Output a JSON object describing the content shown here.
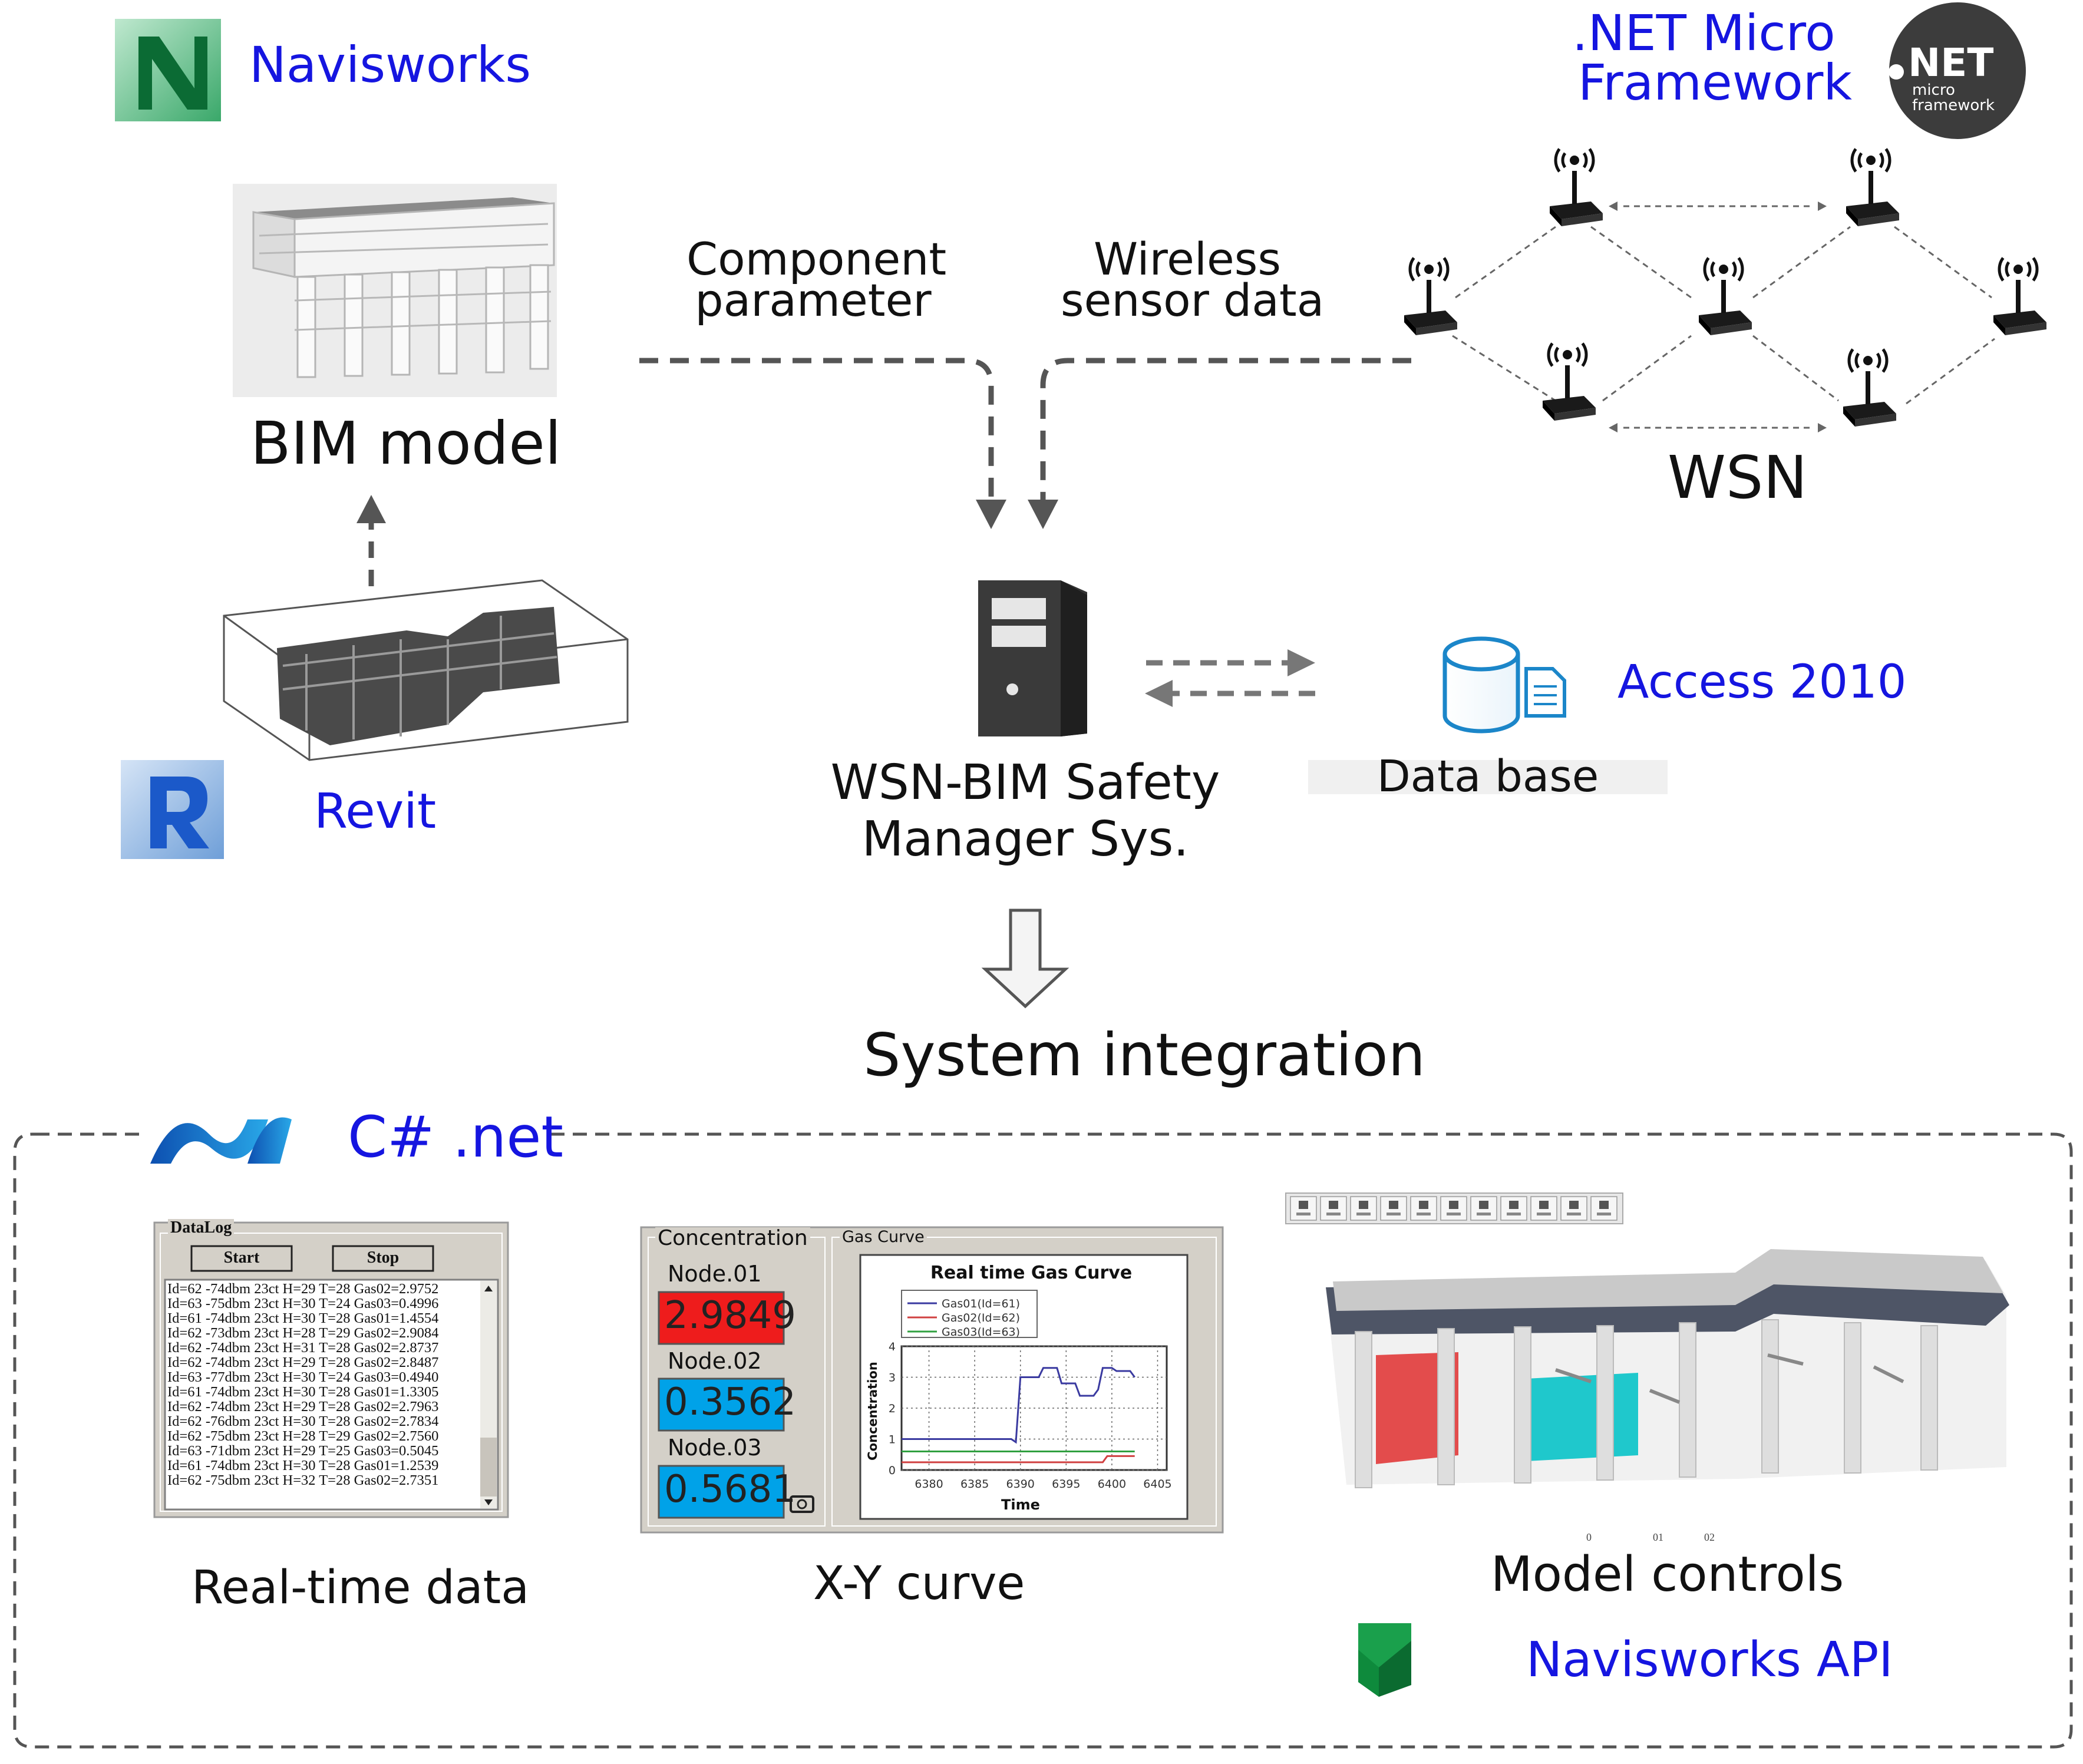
{
  "header": {
    "navisworks": "Navisworks",
    "net_micro_line1": ".NET Micro",
    "net_micro_line2": "Framework",
    "net_logo_main": "NET",
    "net_logo_sub1": "micro",
    "net_logo_sub2": "framework",
    "revit": "Revit"
  },
  "labels": {
    "bim_model": "BIM model",
    "wsn": "WSN",
    "component_line1": "Component",
    "component_line2": "parameter",
    "wireless_line1": "Wireless",
    "wireless_line2": "sensor data",
    "system_line1": "WSN-BIM Safety",
    "system_line2": "Manager Sys.",
    "access": "Access 2010",
    "database": "Data base",
    "system_integration": "System integration",
    "csharp": "C# .net"
  },
  "bottom": {
    "realtime_caption": "Real-time data",
    "xy_caption": "X-Y curve",
    "model_caption": "Model controls",
    "navisworks_api": "Navisworks API"
  },
  "datalog": {
    "title": "DataLog",
    "start": "Start",
    "stop": "Stop",
    "lines": [
      "Id=62 -74dbm 23ct H=29 T=28 Gas02=2.9752",
      "Id=63 -75dbm 23ct H=30 T=24 Gas03=0.4996",
      "Id=61 -74dbm 23ct H=30 T=28 Gas01=1.4554",
      "Id=62 -73dbm 23ct H=28 T=29 Gas02=2.9084",
      "Id=62 -74dbm 23ct H=31 T=28 Gas02=2.8737",
      "Id=62 -74dbm 23ct H=29 T=28 Gas02=2.8487",
      "Id=63 -77dbm 23ct H=30 T=24 Gas03=0.4940",
      "Id=61 -74dbm 23ct H=30 T=28 Gas01=1.3305",
      "Id=62 -74dbm 23ct H=29 T=28 Gas02=2.7963",
      "Id=62 -76dbm 23ct H=30 T=28 Gas02=2.7834",
      "Id=62 -75dbm 23ct H=28 T=29 Gas02=2.7560",
      "Id=63 -71dbm 23ct H=29 T=25 Gas03=0.5045",
      "Id=61 -74dbm 23ct H=30 T=28 Gas01=1.2539",
      "Id=62 -75dbm 23ct H=32 T=28 Gas02=2.7351"
    ]
  },
  "gas": {
    "concentration_label": "Concentration",
    "curve_group_label": "Gas Curve",
    "nodes": [
      {
        "label": "Node.01",
        "value": "2.9849",
        "color": "#ee1c1c"
      },
      {
        "label": "Node.02",
        "value": "0.3562",
        "color": "#00a2e8"
      },
      {
        "label": "Node.03",
        "value": "0.5681",
        "color": "#00a2e8"
      }
    ]
  },
  "chart_data": {
    "type": "line",
    "title": "Real time Gas Curve",
    "xlabel": "Time",
    "ylabel": "Concentration",
    "xlim": [
      6377,
      6406
    ],
    "ylim": [
      0,
      4
    ],
    "xticks": [
      "6380",
      "6385",
      "6390",
      "6395",
      "6400",
      "6405"
    ],
    "yticks": [
      "0",
      "1",
      "2",
      "3",
      "4"
    ],
    "legend_position": "top-left",
    "series": [
      {
        "name": "Gas01(Id=61)",
        "color": "#3a3aa0",
        "x": [
          6377,
          6389,
          6389.5,
          6390,
          6392,
          6392.5,
          6394,
          6394.5,
          6396,
          6396.5,
          6398,
          6398.5,
          6399,
          6400,
          6400.5,
          6402,
          6402.5
        ],
        "y": [
          1.0,
          1.0,
          0.9,
          3.0,
          3.0,
          3.3,
          3.3,
          2.8,
          2.8,
          2.4,
          2.4,
          2.6,
          3.3,
          3.3,
          3.2,
          3.2,
          3.0
        ]
      },
      {
        "name": "Gas02(Id=62)",
        "color": "#d04040",
        "x": [
          6377,
          6399,
          6399.5,
          6402.5
        ],
        "y": [
          0.25,
          0.25,
          0.45,
          0.45
        ]
      },
      {
        "name": "Gas03(Id=63)",
        "color": "#30a040",
        "x": [
          6377,
          6402.5
        ],
        "y": [
          0.6,
          0.6
        ]
      }
    ]
  },
  "model_view": {
    "scale_labels": [
      "0",
      "01",
      "02"
    ]
  }
}
